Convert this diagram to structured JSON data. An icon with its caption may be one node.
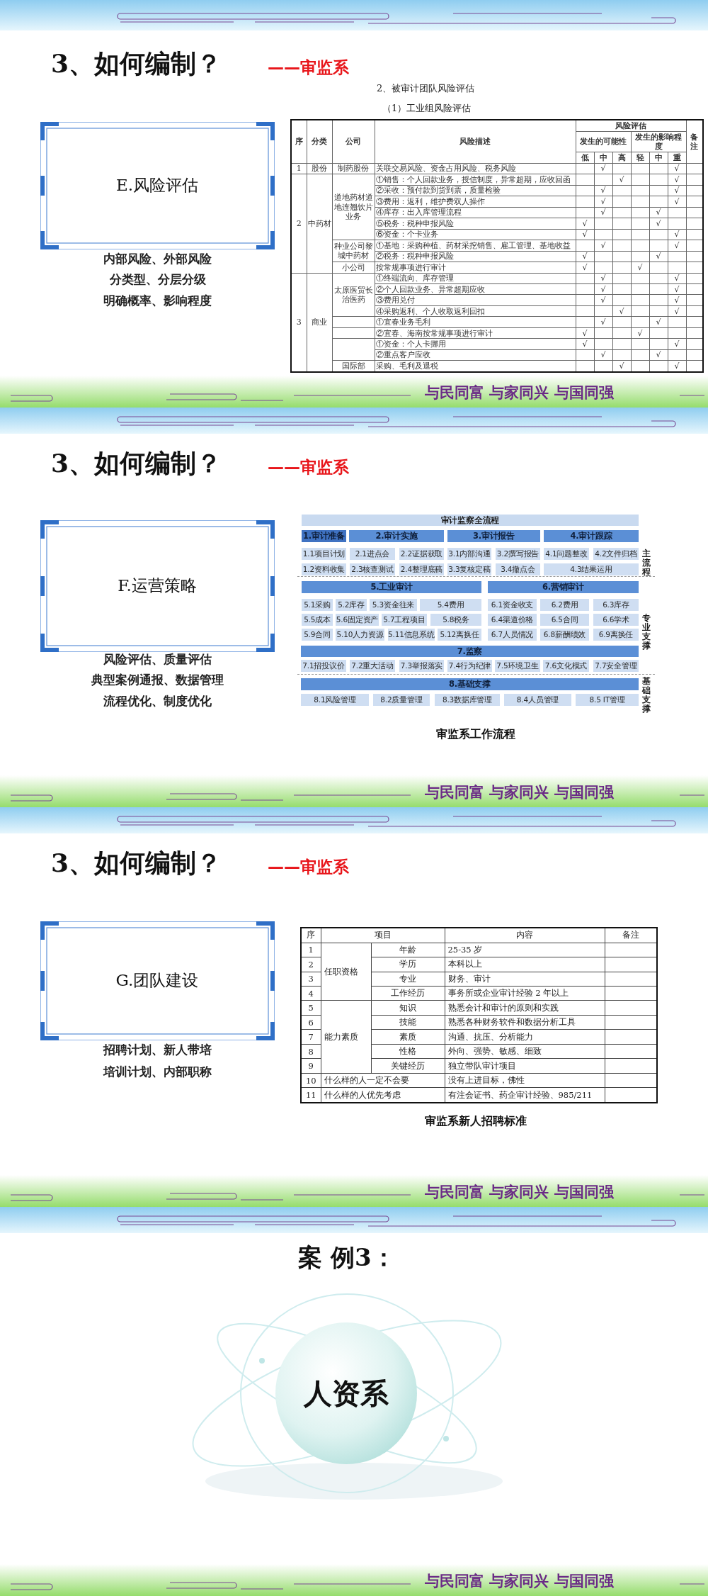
{
  "diagram": {
    "nodes": [
      {
        "text": [
          "E.风险评估"
        ],
        "beside": [
          "内部风险、外部风险",
          "分类型、分层分级",
          "明确概率、影响程度"
        ]
      },
      {
        "text": [
          "F.运营策略"
        ],
        "beside": [
          "风险评估、质量评估",
          "典型案例通报、数据管理",
          "流程优化、制度优化"
        ]
      },
      {
        "text": [
          "审计监察全流程"
        ]
      },
      {
        "text": [
          "1.审计准备"
        ]
      },
      {
        "text": [
          "2.审计实施"
        ]
      },
      {
        "text": [
          "3.审计报告"
        ]
      },
      {
        "text": [
          "4.审计跟踪"
        ]
      },
      {
        "text": [
          "1.1项目计划"
        ]
      },
      {
        "text": [
          "2.1进点会"
        ]
      },
      {
        "text": [
          "2.2证据获取"
        ]
      },
      {
        "text": [
          "3.1内部沟通"
        ]
      },
      {
        "text": [
          "3.2撰写报告"
        ]
      },
      {
        "text": [
          "4.1问题整改"
        ]
      },
      {
        "text": [
          "4.2文件归档"
        ]
      },
      {
        "text": [
          "1.2资料收集"
        ]
      },
      {
        "text": [
          "2.3核查测试"
        ]
      },
      {
        "text": [
          "2.4整理底稿"
        ]
      },
      {
        "text": [
          "3.3复核定稿"
        ]
      },
      {
        "text": [
          "3.4撤点会"
        ]
      },
      {
        "text": [
          "4.3结果运用"
        ]
      },
      {
        "text": [
          "5.工业审计"
        ]
      },
      {
        "text": [
          "6.营销审计"
        ]
      },
      {
        "text": [
          "5.1采购"
        ]
      },
      {
        "text": [
          "5.2库存"
        ]
      },
      {
        "text": [
          "5.3资金往来"
        ]
      },
      {
        "text": [
          "5.4费用"
        ]
      },
      {
        "text": [
          "6.1资金收支"
        ]
      },
      {
        "text": [
          "6.2费用"
        ]
      },
      {
        "text": [
          "6.3库存"
        ]
      },
      {
        "text": [
          "5.5成本"
        ]
      },
      {
        "text": [
          "5.6固定资产"
        ]
      },
      {
        "text": [
          "5.7工程项目"
        ]
      },
      {
        "text": [
          "5.8税务"
        ]
      },
      {
        "text": [
          "6.4渠道价格"
        ]
      },
      {
        "text": [
          "6.5合同"
        ]
      },
      {
        "text": [
          "6.6学术"
        ]
      },
      {
        "text": [
          "5.9合同"
        ]
      },
      {
        "text": [
          "5.10人力资源"
        ]
      },
      {
        "text": [
          "5.11信息系统"
        ]
      },
      {
        "text": [
          "5.12离换任"
        ]
      },
      {
        "text": [
          "6.7人员情况"
        ]
      },
      {
        "text": [
          "6.8薪酬绩效"
        ]
      },
      {
        "text": [
          "6.9离换任"
        ]
      },
      {
        "text": [
          "7.监察"
        ]
      },
      {
        "text": [
          "7.1招投议价"
        ]
      },
      {
        "text": [
          "7.2重大活动"
        ]
      },
      {
        "text": [
          "7.3举报落实"
        ]
      },
      {
        "text": [
          "7.4行为纪律"
        ]
      },
      {
        "text": [
          "7.5环境卫生"
        ]
      },
      {
        "text": [
          "7.6文化模式"
        ]
      },
      {
        "text": [
          "7.7安全管理"
        ]
      },
      {
        "text": [
          "8.基础支撑"
        ]
      },
      {
        "text": [
          "8.1风险管理"
        ]
      },
      {
        "text": [
          "8.2质量管理"
        ]
      },
      {
        "text": [
          "8.3数据库管理"
        ]
      },
      {
        "text": [
          "8.4人员管理"
        ]
      },
      {
        "text": [
          "8.5 IT管理"
        ]
      },
      {
        "text": [
          "G.团队建设"
        ],
        "beside": [
          "招聘计划、新人带培",
          "培训计划、内部职称"
        ]
      },
      {
        "text": [
          "人资系"
        ]
      }
    ],
    "labels": [
      "3、如何编制？",
      "——审监系",
      "2、被审计团队风险评估",
      "（1）工业组风险评估",
      "序",
      "分类",
      "公司",
      "风险描述",
      "风险评估",
      "备注",
      "发生的可能性",
      "发生的影响程度",
      "低",
      "中",
      "高",
      "轻",
      "中",
      "重",
      "1",
      "股份",
      "制药股份",
      "关联交易风险、资金占用风险、税务风险",
      "√",
      "√",
      "2",
      "中药材",
      "道地药材道地连翘饮片业务",
      "①销售：个人回款业务，授信制度，异常超期，应收回函",
      "√",
      "√",
      "②采收：预付款到货到票，质量检验",
      "√",
      "√",
      "③费用：返利，维护费双人操作",
      "√",
      "√",
      "④库存：出入库管理流程",
      "√",
      "√",
      "⑤税务：税种申报风险",
      "√",
      "√",
      "⑥资金：个卡业务",
      "√",
      "√",
      "种业公司黎城中药材",
      "①基地：采购种植、药材采挖销售、雇工管理、基地收益",
      "√",
      "√",
      "②税务：税种申报风险",
      "√",
      "√",
      "小公司",
      "按常规事项进行审计",
      "√",
      "√",
      "3",
      "商业",
      "太原医贸长治医药",
      "①终端流向、库存管理",
      "√",
      "√",
      "②个人回款业务、异常超期应收",
      "√",
      "√",
      "③费用兑付",
      "√",
      "√",
      "④采购返利、个人收取返利回扣",
      "√",
      "√",
      "①宜春业务毛利",
      "√",
      "√",
      "②宜春、海南按常规事项进行审计",
      "√",
      "√",
      "①资金：个人卡挪用",
      "√",
      "√",
      "②重点客户应收",
      "√",
      "√",
      "国际部",
      "采购、毛利及退税",
      "√",
      "√",
      "与民同富 与家同兴 与国同强",
      "3、如何编制？",
      "——审监系",
      "主流程",
      "专业支撑",
      "基础支撑",
      "审监系工作流程",
      "与民同富 与家同兴 与国同强",
      "3、如何编制？",
      "——审监系",
      "序",
      "项目",
      "内容",
      "备注",
      "1",
      "任职资格",
      "年龄",
      "25-35 岁",
      "2",
      "学历",
      "本科以上",
      "3",
      "专业",
      "财务、审计",
      "4",
      "工作经历",
      "事务所或企业审计经验 2 年以上",
      "5",
      "能力素质",
      "知识",
      "熟悉会计和审计的原则和实践",
      "6",
      "技能",
      "熟悉各种财务软件和数据分析工具",
      "7",
      "素质",
      "沟通、抗压、分析能力",
      "8",
      "性格",
      "外向、强势、敏感、细致",
      "9",
      "关键经历",
      "独立带队审计项目",
      "10",
      "什么样的人一定不会要",
      "没有上进目标，佛性",
      "11",
      "什么样的人优先考虑",
      "有注会证书、药企审计经验、985/211",
      "审监系新人招聘标准",
      "与民同富 与家同兴 与国同强",
      "案 例3：",
      "与民同富 与家同兴 与国同强"
    ]
  }
}
